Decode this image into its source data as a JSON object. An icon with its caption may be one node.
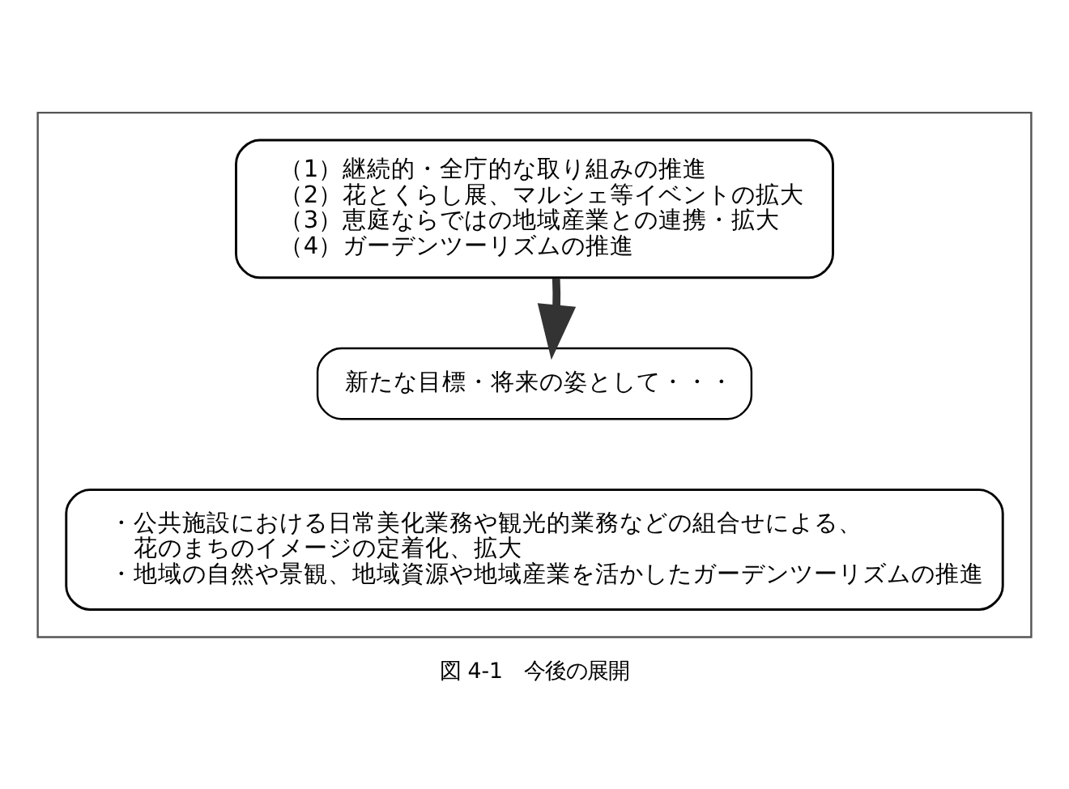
{
  "diagram": {
    "caption": "図 4-1　今後の展開",
    "nodes": [
      {
        "text": [],
        "shape": "box"
      },
      {
        "text": [
          "（1）継続的・全庁的な取り組みの推進",
          "（2）花とくらし展、マルシェ等イベントの拡大",
          "（3）恵庭ならではの地域産業との連携・拡大",
          "（4）ガーデンツーリズムの推進"
        ],
        "in": 0
      },
      {
        "text": [
          "新たな目標・将来の姿として・・・"
        ],
        "in": 0
      },
      {
        "text": [
          "・公共施設における日常美化業務や観光的業務などの組合せによる、花のまちのイメージの定着化、拡大",
          "・地域の自然や景観、地域資源や地域産業を活かしたガーデンツーリズムの推進"
        ],
        "in": 0
      }
    ],
    "edges": [
      {
        "from": 1,
        "to": 2,
        "arrow": "to"
      }
    ]
  }
}
